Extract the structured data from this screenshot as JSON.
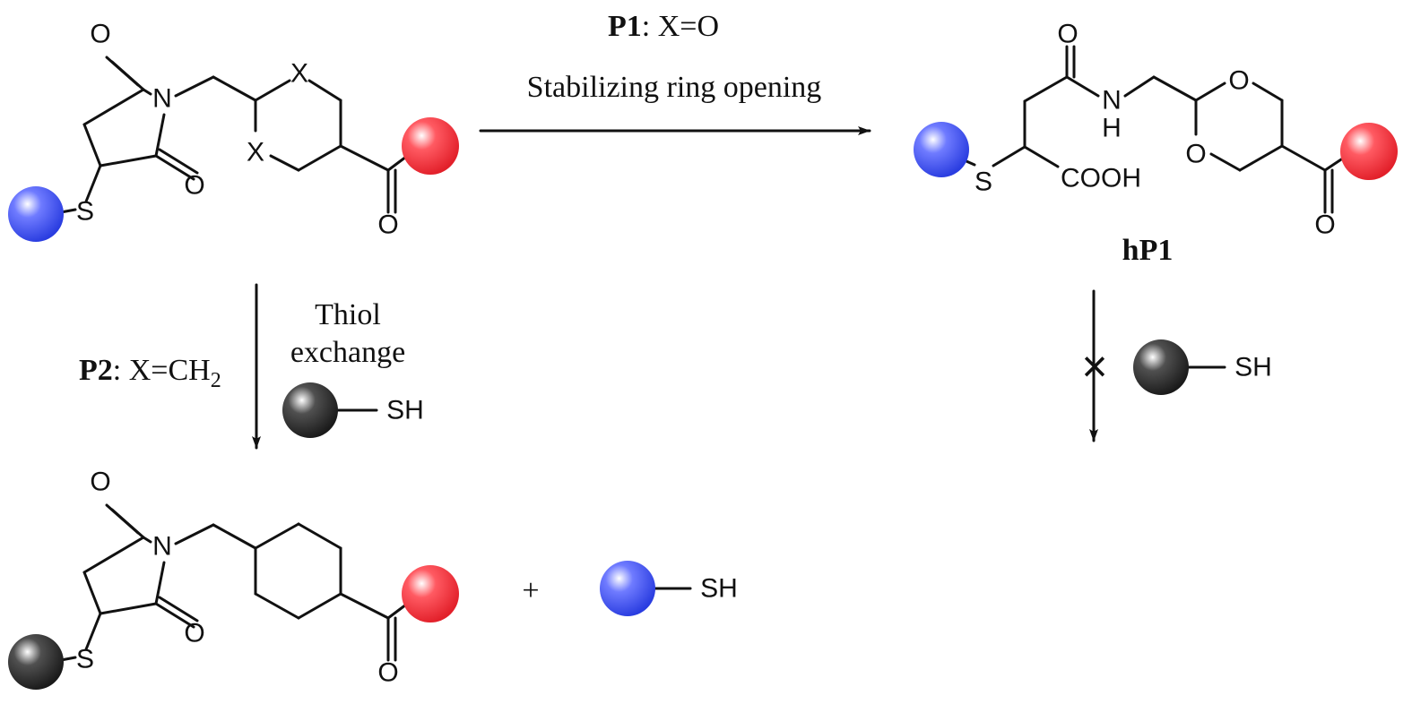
{
  "colors": {
    "blue": "#2a3de0",
    "red": "#e2202a",
    "gray": "#505050",
    "bond": "#111111"
  },
  "atoms": {
    "O": "O",
    "N": "N",
    "S": "S",
    "X": "X",
    "NH_N": "N",
    "NH_H": "H",
    "COOH": "COOH",
    "SH": "SH"
  },
  "reaction_p1": {
    "label_bold": "P1",
    "label_rest": ": X=O",
    "condition": "Stabilizing ring opening"
  },
  "reaction_p2": {
    "label_bold": "P2",
    "label_rest": ": X=CH",
    "subscript": "2",
    "condition_line1": "Thiol",
    "condition_line2": "exchange"
  },
  "product_label": "hP1",
  "plus_sign": "+",
  "no_reaction_mark": "×"
}
